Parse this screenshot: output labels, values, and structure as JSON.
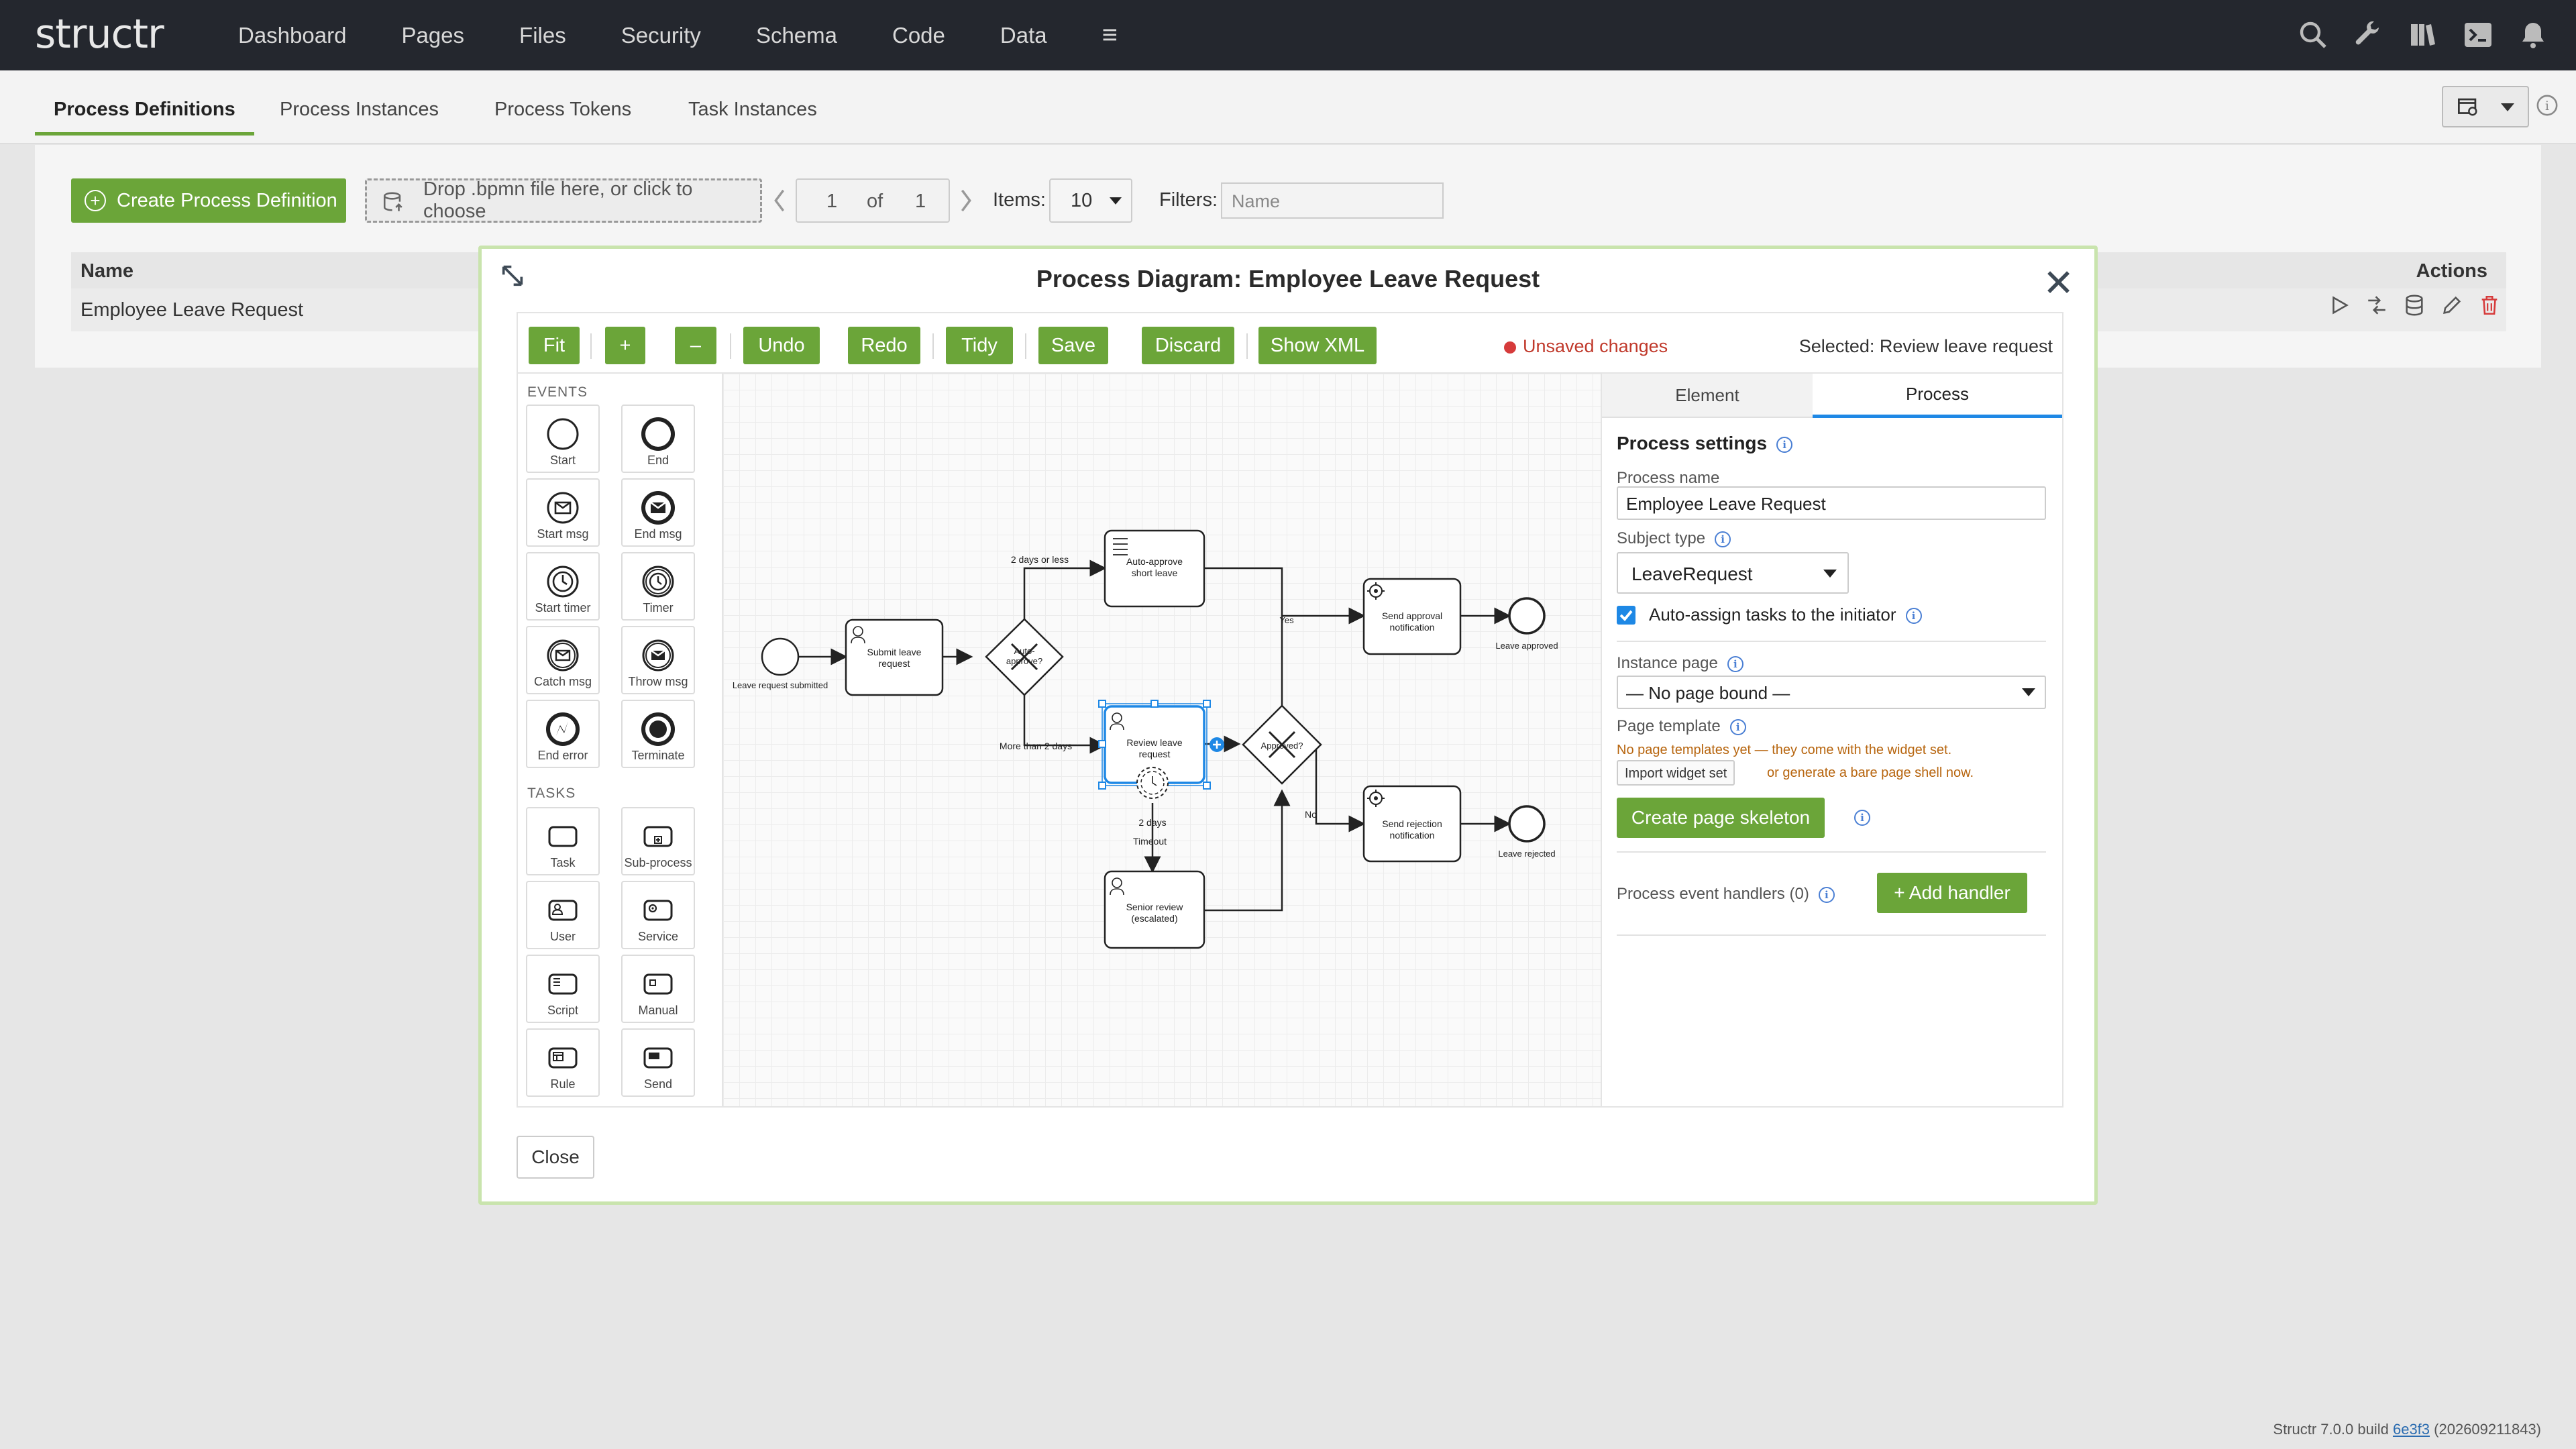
{
  "app": {
    "logo": "structr"
  },
  "nav": {
    "items": [
      "Dashboard",
      "Pages",
      "Files",
      "Security",
      "Schema",
      "Code",
      "Data"
    ],
    "more_icon": "hamburger-icon"
  },
  "subtabs": [
    "Process Definitions",
    "Process Instances",
    "Process Tokens",
    "Task Instances"
  ],
  "list_toolbar": {
    "create_label": "Create Process Definition",
    "drop_label": "Drop .bpmn file here, or click to choose",
    "page_current": "1",
    "page_of": "of",
    "page_total": "1",
    "items_label": "Items:",
    "items_value": "10",
    "filters_label": "Filters:",
    "filters_placeholder": "Name"
  },
  "table": {
    "col_name": "Name",
    "col_actions": "Actions",
    "rows": [
      {
        "name": "Employee Leave Request"
      }
    ]
  },
  "modal": {
    "title": "Process Diagram: Employee Leave Request",
    "toolbar": [
      "Fit",
      "+",
      "–",
      "Undo",
      "Redo",
      "Tidy",
      "Save",
      "Discard",
      "Show XML"
    ],
    "unsaved": "Unsaved changes",
    "selected": "Selected: Review leave request",
    "close_label": "Close"
  },
  "palette": {
    "events_heading": "EVENTS",
    "events": [
      "Start",
      "End",
      "Start msg",
      "End msg",
      "Start timer",
      "Timer",
      "Catch msg",
      "Throw msg",
      "End error",
      "Terminate"
    ],
    "tasks_heading": "TASKS",
    "tasks": [
      "Task",
      "Sub-process",
      "User",
      "Service",
      "Script",
      "Manual",
      "Rule",
      "Send"
    ]
  },
  "diagram": {
    "start_event": "Leave request submitted",
    "submit_task": [
      "Submit leave",
      "request"
    ],
    "gw_auto": [
      "Auto-",
      "approve?"
    ],
    "auto_task": [
      "Auto-approve",
      "short leave"
    ],
    "review_task": [
      "Review leave",
      "request"
    ],
    "gw_approved": "Approved?",
    "senior_task": [
      "Senior review",
      "(escalated)"
    ],
    "send_approval": [
      "Send approval",
      "notification"
    ],
    "send_rejection": [
      "Send rejection",
      "notification"
    ],
    "end_approved": "Leave approved",
    "end_rejected": "Leave rejected",
    "flow_short": "2 days or less",
    "flow_long": "More than 2 days",
    "flow_yes": "Yes",
    "flow_no": "No",
    "timer_label": "2 days",
    "timeout_label": "Timeout"
  },
  "properties": {
    "tab_element": "Element",
    "tab_process": "Process",
    "settings_heading": "Process settings",
    "name_label": "Process name",
    "name_value": "Employee Leave Request",
    "subject_label": "Subject type",
    "subject_value": "LeaveRequest",
    "auto_assign_label": "Auto-assign tasks to the initiator",
    "instance_page_label": "Instance page",
    "instance_page_value": "— No page bound —",
    "template_label": "Page template",
    "template_note": "No page templates yet — they come with the widget set.",
    "import_label": "Import widget set",
    "import_note": "or generate a bare page shell now.",
    "create_skeleton_label": "Create page skeleton",
    "handlers_label": "Process event handlers (0)",
    "add_handler_label": "+ Add handler"
  },
  "footer": {
    "prefix": "Structr 7.0.0 build",
    "build": "6e3f3",
    "date": "(202609211843)"
  },
  "colors": {
    "accent": "#6ba539",
    "topbar": "#24272e",
    "selection": "#1e88e5",
    "danger": "#d63b3b"
  }
}
